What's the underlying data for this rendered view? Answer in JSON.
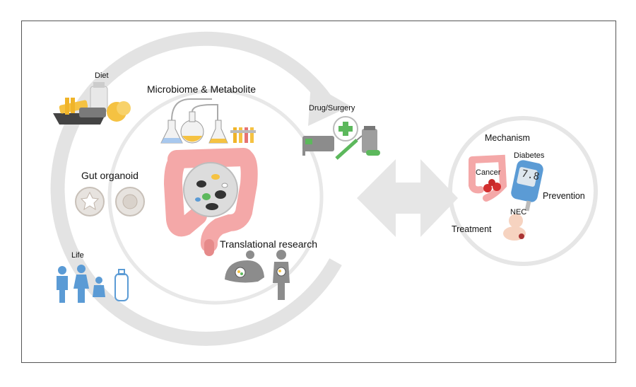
{
  "labels": {
    "diet": "Diet",
    "microbiome": "Microbiome & Metabolite",
    "drug_surgery": "Drug/Surgery",
    "gut_organoid": "Gut organoid",
    "translational": "Translational research",
    "life": "Life",
    "mechanism": "Mechanism",
    "diabetes": "Diabetes",
    "cancer": "Cancer",
    "prevention": "Prevention",
    "treatment": "Treatment",
    "nec": "NEC",
    "glucose_reading": "7.8"
  },
  "colors": {
    "ring": "#e3e3e3",
    "intestine": "#f4a8a8",
    "intestine_dark": "#e68a8a",
    "people": "#5b9bd5",
    "food": "#f5c242",
    "plus": "#5cb85c",
    "gray_icon": "#8c8c8c"
  }
}
